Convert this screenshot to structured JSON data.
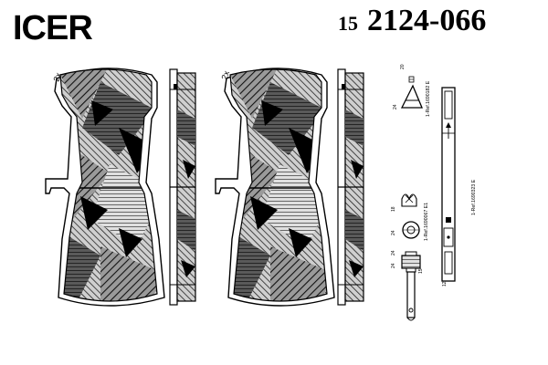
{
  "header": {
    "brand": "ICER",
    "part_prefix": "15",
    "part_code": "2124-066"
  },
  "labels": {
    "qty_left": "2x",
    "qty_right": "2x",
    "ref_1": "1-Ref.1690182 E",
    "ref_2": "1-Ref.1690323 E",
    "ref_3": "1-Ref.1690067 E1",
    "n_24a": "24",
    "n_24b": "24",
    "n_24c": "24",
    "n_24d": "24",
    "n_20": "20",
    "n_12": "12",
    "n_15": "15",
    "n_18": "18"
  },
  "colors": {
    "ink": "#000000",
    "paper": "#ffffff",
    "hatch_dark": "#1a1a1a",
    "hatch_mid": "#6e6e6e",
    "hatch_light": "#b5b5b5"
  }
}
